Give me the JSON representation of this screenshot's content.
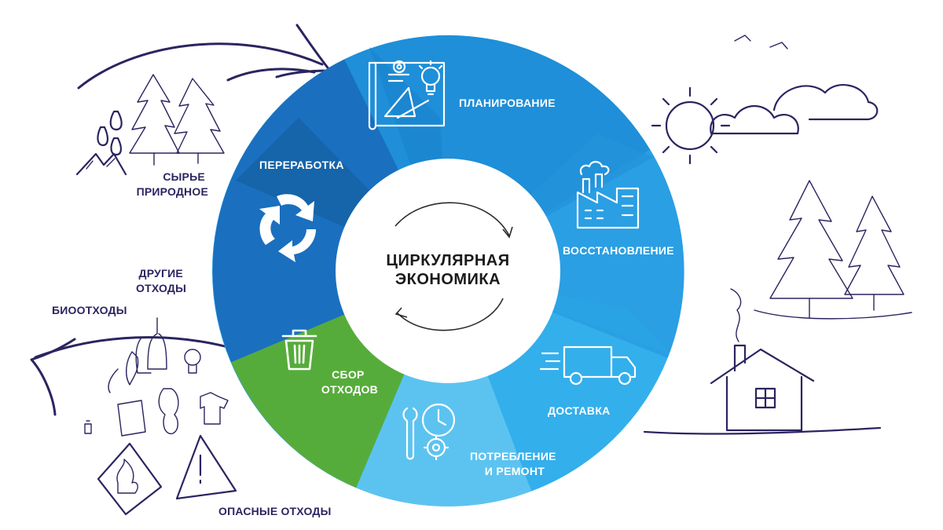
{
  "center": {
    "line1": "ЦИРКУЛЯРНАЯ",
    "line2": "ЭКОНОМИКА"
  },
  "segments": [
    {
      "id": "planning",
      "lines": [
        "ПЛАНИРОВАНИЕ"
      ],
      "icon": "blueprint-lightbulb-icon",
      "color": "#1e8fd8"
    },
    {
      "id": "restoration",
      "lines": [
        "ВОССТАНОВЛЕНИЕ"
      ],
      "icon": "factory-icon",
      "color": "#2a9fe3"
    },
    {
      "id": "delivery",
      "lines": [
        "ДОСТАВКА"
      ],
      "icon": "truck-icon",
      "color": "#31aeea"
    },
    {
      "id": "consumption",
      "lines": [
        "ПОТРЕБЛЕНИЕ",
        "И РЕМОНТ"
      ],
      "icon": "wrench-clock-gear-icon",
      "color": "#5cc3f0"
    },
    {
      "id": "waste-collection",
      "lines": [
        "СБОР",
        "ОТХОДОВ"
      ],
      "icon": "trash-bin-icon",
      "color": "#57ad3c"
    },
    {
      "id": "recycling",
      "lines": [
        "ПЕРЕРАБОТКА"
      ],
      "icon": "recycle-icon",
      "color": "#1a6fbf"
    }
  ],
  "sketch_labels": {
    "raw": [
      "СЫРЬЕ",
      "ПРИРОДНОЕ"
    ],
    "other_waste": [
      "ДРУГИЕ",
      "ОТХОДЫ"
    ],
    "bio_waste": "БИООТХОДЫ",
    "hazardous_waste": "ОПАСНЫЕ ОТХОДЫ"
  }
}
